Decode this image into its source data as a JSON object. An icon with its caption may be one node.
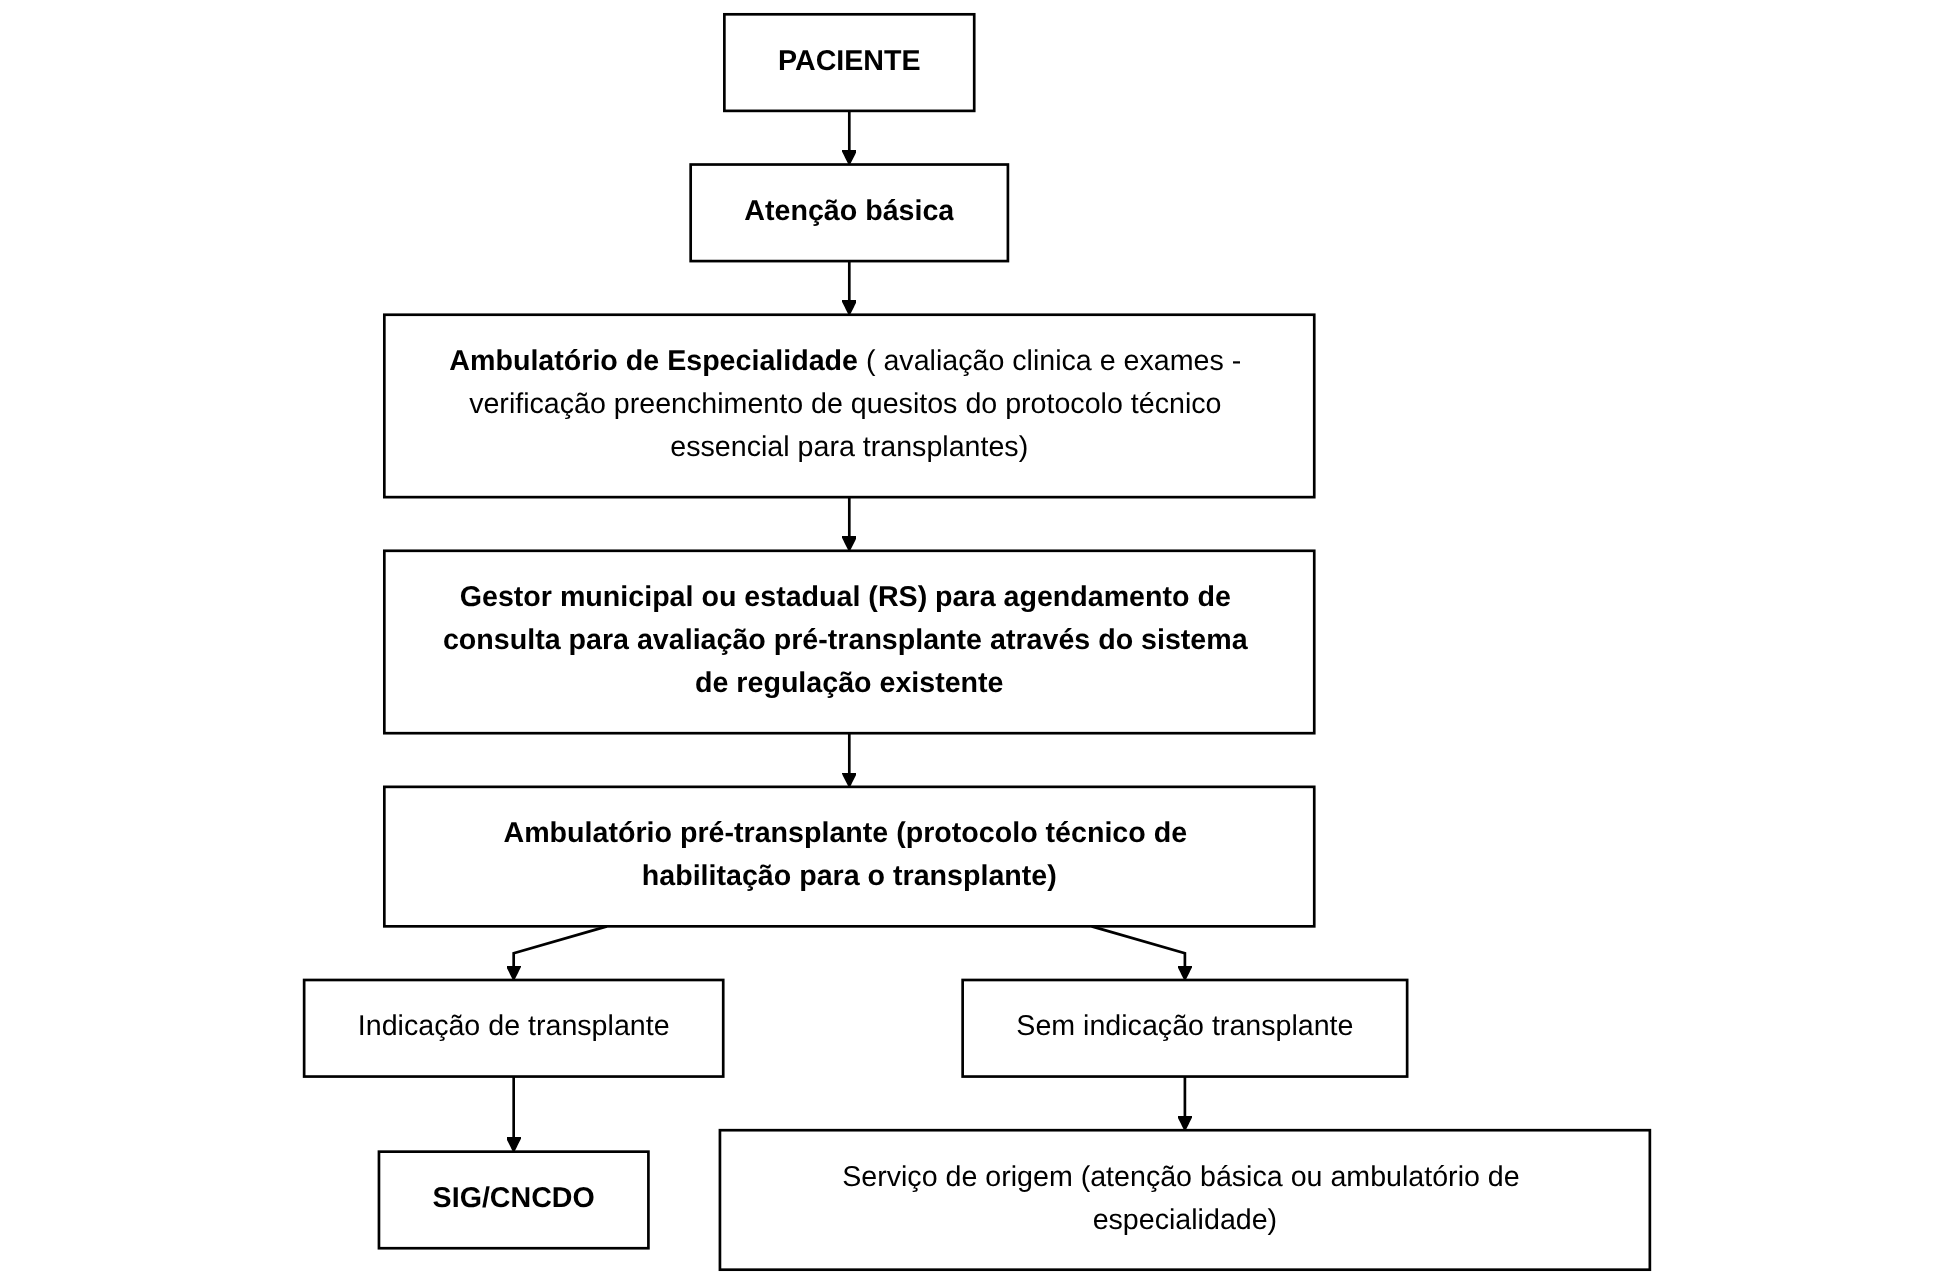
{
  "diagram": {
    "nodes": [
      {
        "text": [
          "PACIENTE"
        ]
      },
      {
        "text": [
          "Atenção básica"
        ]
      },
      {
        "text": [
          "Ambulatório de Especialidade",
          "( avaliação clinica e exames - verificação preenchimento de quesitos do protocolo técnico essencial para transplantes)"
        ]
      },
      {
        "text": [
          "Gestor municipal ou estadual (RS) para agendamento de consulta para avaliação pré-transplante através do sistema de regulação existente"
        ]
      },
      {
        "text": [
          "Ambulatório pré-transplante (protocolo técnico de habilitação para o transplante)"
        ]
      },
      {
        "text": [
          "Indicação de transplante"
        ]
      },
      {
        "text": [
          "Sem indicação transplante"
        ]
      },
      {
        "text": [
          "SIG/CNCDO"
        ]
      },
      {
        "text": [
          "Serviço de origem (atenção básica ou ambulatório de especialidade)"
        ]
      }
    ],
    "edges": [
      {
        "from": 0,
        "to": 1,
        "arrow": "to"
      },
      {
        "from": 1,
        "to": 2,
        "arrow": "to"
      },
      {
        "from": 2,
        "to": 3,
        "arrow": "to"
      },
      {
        "from": 3,
        "to": 4,
        "arrow": "to"
      },
      {
        "from": 4,
        "to": 5,
        "arrow": "to"
      },
      {
        "from": 4,
        "to": 6,
        "arrow": "to"
      },
      {
        "from": 5,
        "to": 7,
        "arrow": "to"
      },
      {
        "from": 6,
        "to": 8,
        "arrow": "to"
      }
    ]
  }
}
